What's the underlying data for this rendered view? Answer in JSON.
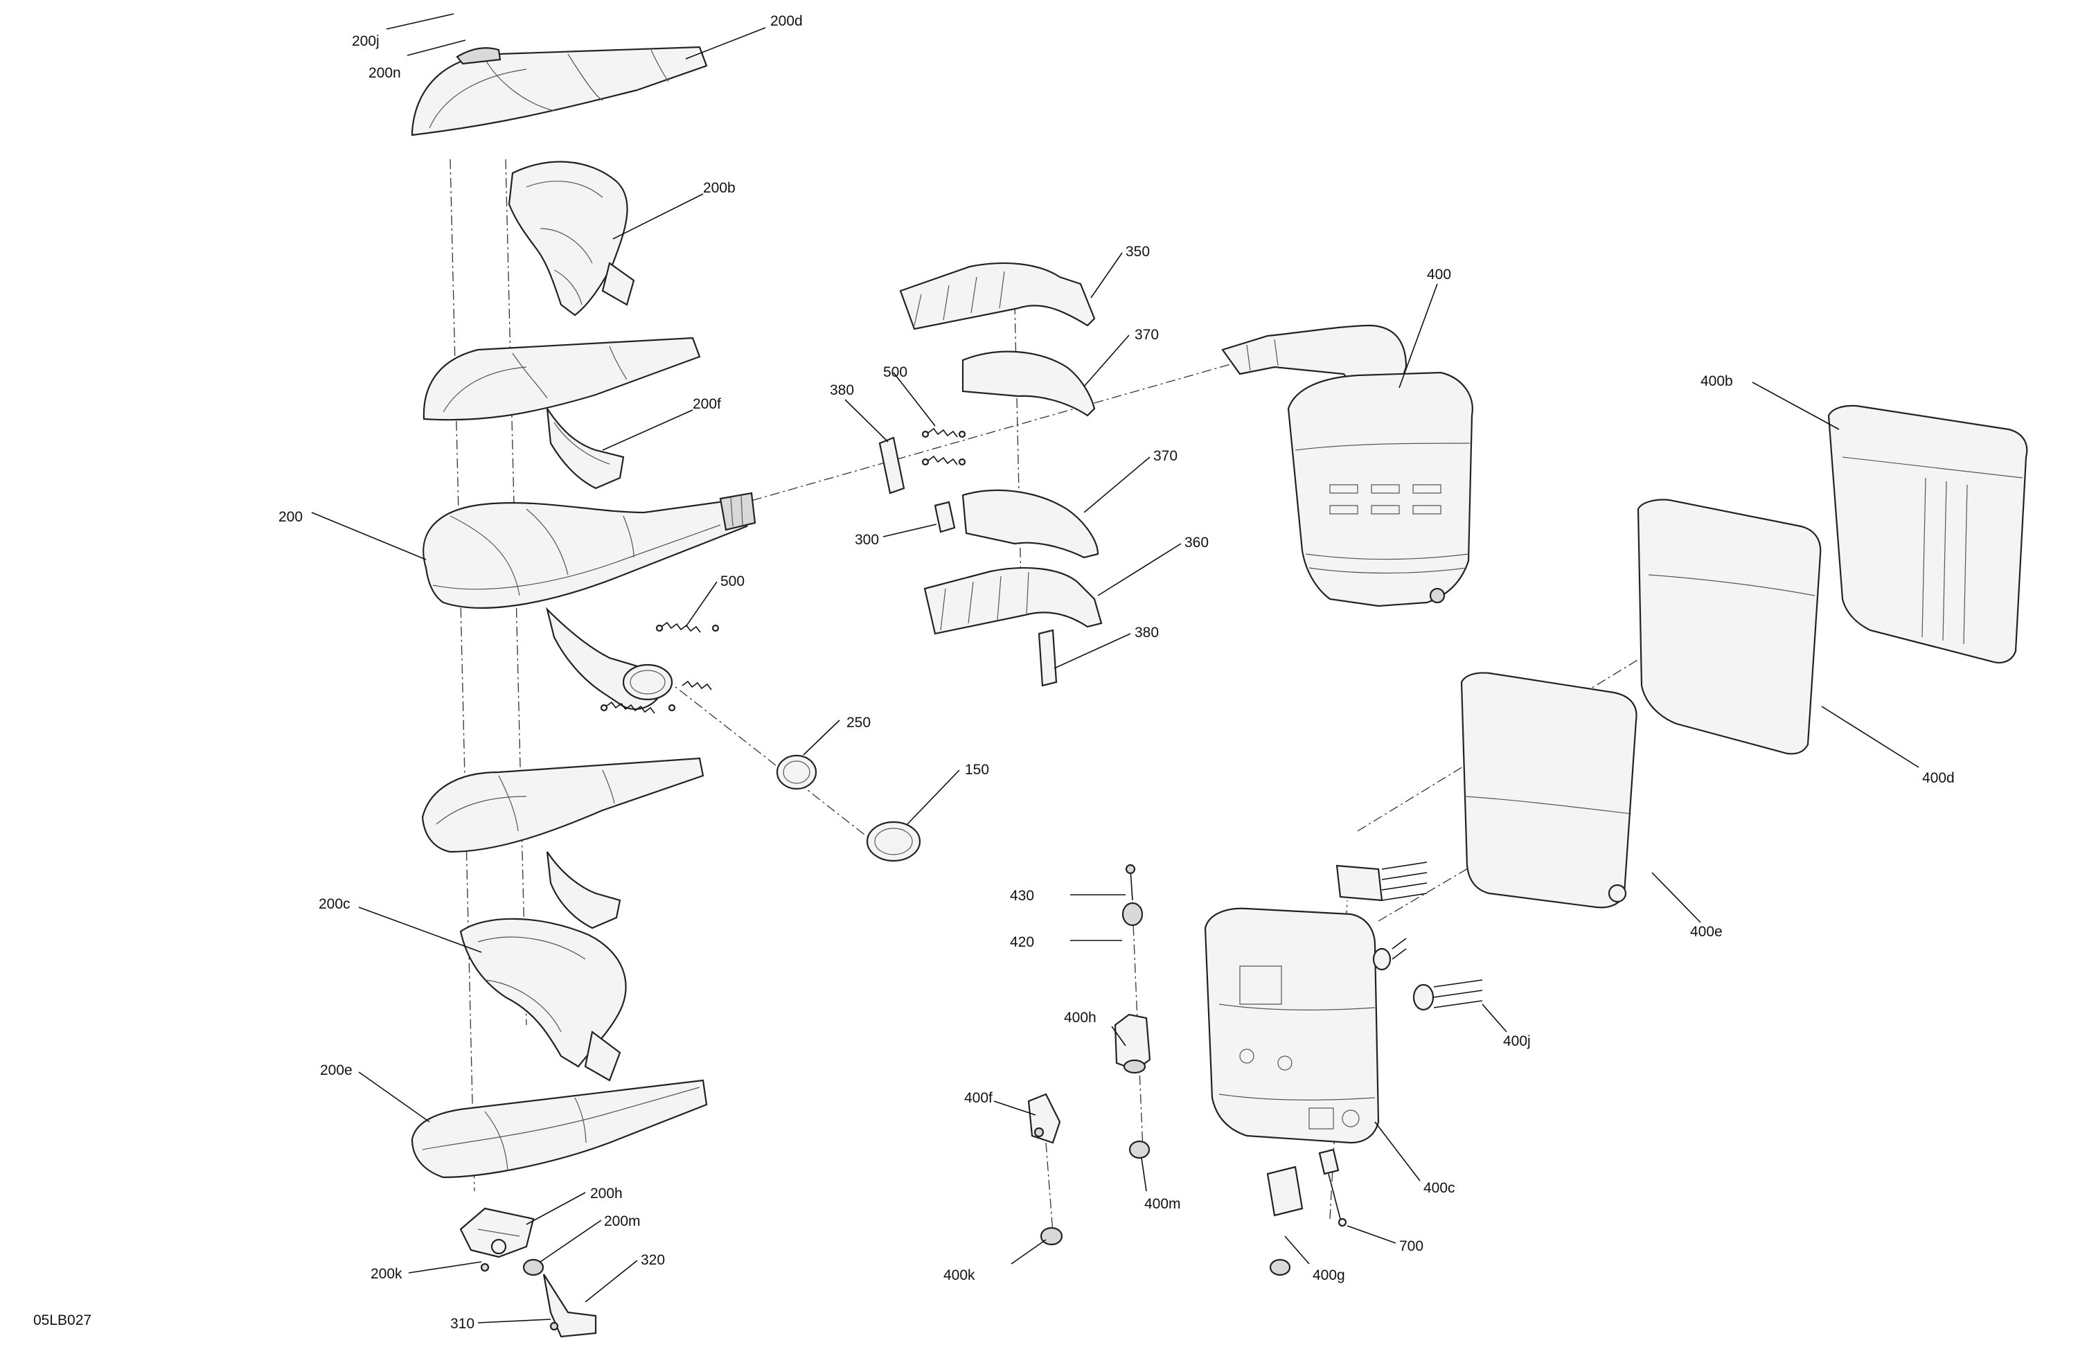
{
  "reference": "05LB027",
  "callouts": {
    "c200j": "200j",
    "c200n": "200n",
    "c200d": "200d",
    "c200b": "200b",
    "c200f": "200f",
    "c200": "200",
    "c500a": "500",
    "c250": "250",
    "c150": "150",
    "c200c": "200c",
    "c200e": "200e",
    "c200h": "200h",
    "c200m": "200m",
    "c200k": "200k",
    "c320": "320",
    "c310": "310",
    "c350": "350",
    "c370a": "370",
    "c380a": "380",
    "c500b": "500",
    "c370b": "370",
    "c300": "300",
    "c360": "360",
    "c380b": "380",
    "c400": "400",
    "c400b": "400b",
    "c400d": "400d",
    "c400e": "400e",
    "c430": "430",
    "c420": "420",
    "c400h": "400h",
    "c400f": "400f",
    "c400m": "400m",
    "c400k": "400k",
    "c400g": "400g",
    "c700": "700",
    "c400c": "400c",
    "c400j": "400j"
  }
}
